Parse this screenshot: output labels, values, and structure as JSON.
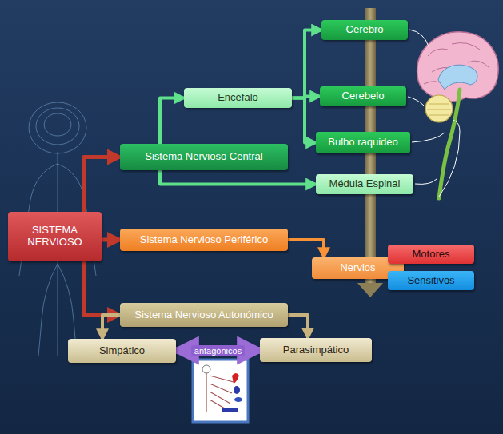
{
  "diagram": {
    "nodes": [
      {
        "text": [
          "SISTEMA NERVIOSO"
        ]
      },
      {
        "text": [
          "Sistema Nervioso Central"
        ]
      },
      {
        "text": [
          "Encéfalo"
        ]
      },
      {
        "text": [
          "Cerebro"
        ]
      },
      {
        "text": [
          "Cerebelo"
        ]
      },
      {
        "text": [
          "Bulbo raquideo"
        ]
      },
      {
        "text": [
          "Médula Espinal"
        ]
      },
      {
        "text": [
          "Sistema Nervioso Periférico"
        ]
      },
      {
        "text": [
          "Nervios"
        ]
      },
      {
        "text": [
          "Motores"
        ]
      },
      {
        "text": [
          "Sensitivos"
        ]
      },
      {
        "text": [
          "Sistema Nervioso Autonómico"
        ]
      },
      {
        "text": [
          "Simpático"
        ]
      },
      {
        "text": [
          "Parasimpático"
        ]
      }
    ],
    "edges": [
      {
        "from": 0,
        "to": 1,
        "arrow": "to"
      },
      {
        "from": 0,
        "to": 7,
        "arrow": "to"
      },
      {
        "from": 0,
        "to": 11,
        "arrow": "to"
      },
      {
        "from": 1,
        "to": 2,
        "arrow": "to"
      },
      {
        "from": 1,
        "to": 6,
        "arrow": "to"
      },
      {
        "from": 2,
        "to": 3,
        "arrow": "to"
      },
      {
        "from": 2,
        "to": 4,
        "arrow": "to"
      },
      {
        "from": 2,
        "to": 5,
        "arrow": "to"
      },
      {
        "from": 7,
        "to": 8,
        "arrow": "to"
      },
      {
        "from": 11,
        "to": 12,
        "arrow": "to"
      },
      {
        "from": 11,
        "to": 13,
        "arrow": "to"
      },
      {
        "from": 12,
        "to": 13,
        "label": "antagónicos",
        "arrow": "both"
      }
    ]
  }
}
